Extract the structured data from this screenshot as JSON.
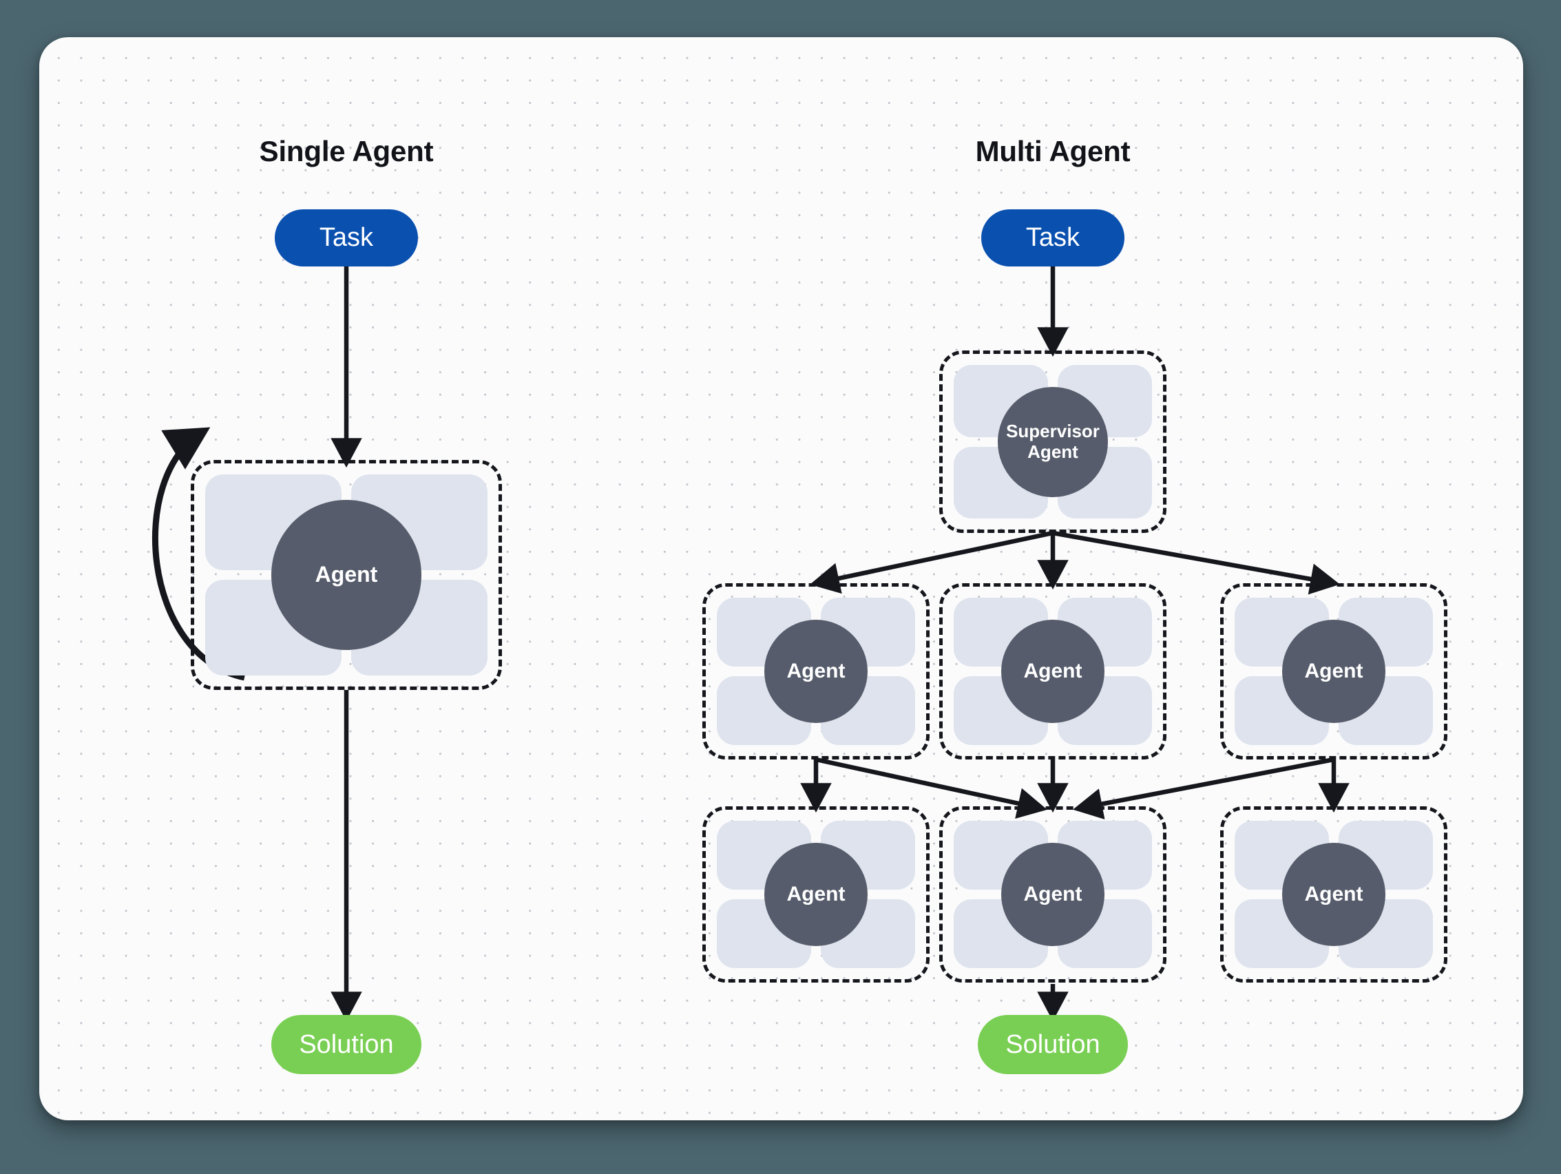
{
  "canvas": {
    "background_color": "#fbfbfc",
    "outer_background_color": "#4c6670",
    "grid": "dot-grid"
  },
  "palette": {
    "task_blue": "#0a50af",
    "solution_green": "#79cf53",
    "agent_circle_gray": "#565c6b",
    "tool_tile_blue": "#dee3ed",
    "outline_black": "#15171c",
    "title_black": "#111318"
  },
  "columns": [
    {
      "id": "single",
      "title": "Single Agent"
    },
    {
      "id": "multi",
      "title": "Multi Agent"
    }
  ],
  "single_agent": {
    "title": "Single Agent",
    "task_label": "Task",
    "agent_label": "Agent",
    "solution_label": "Solution",
    "has_self_loop": true
  },
  "multi_agent": {
    "title": "Multi Agent",
    "task_label": "Task",
    "supervisor_label_line1": "Supervisor",
    "supervisor_label_line2": "Agent",
    "row_middle": [
      {
        "label": "Agent"
      },
      {
        "label": "Agent"
      },
      {
        "label": "Agent"
      }
    ],
    "row_bottom": [
      {
        "label": "Agent"
      },
      {
        "label": "Agent"
      },
      {
        "label": "Agent"
      }
    ],
    "solution_label": "Solution"
  }
}
